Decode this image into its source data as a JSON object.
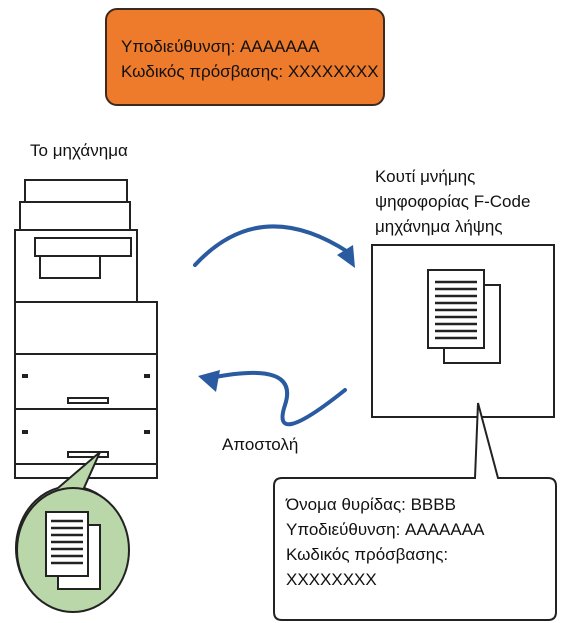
{
  "top_note": {
    "address_line": "Υποδιεύθυνση: AAAAAAA",
    "password_line": "Κωδικός πρόσβασης: XXXXXXXX"
  },
  "machine": {
    "label": "Το μηχάνημα"
  },
  "mailbox": {
    "label_lines": [
      "Κουτί μνήμης",
      "ψηφοφορίας F-Code",
      "μηχάνημα λήψης"
    ]
  },
  "send": {
    "label": "Αποστολή"
  },
  "callout": {
    "lines": [
      "Όνομα θυρίδας: BBBB",
      "Υποδιεύθυνση: AAAAAAA",
      "Κωδικός πρόσβασης:",
      "XXXXXXXX"
    ]
  },
  "colors": {
    "note_fill": "#ee7a2c",
    "arrow": "#2a5aa0",
    "bubble_fill": "#b9d7a8",
    "outline": "#222222"
  }
}
